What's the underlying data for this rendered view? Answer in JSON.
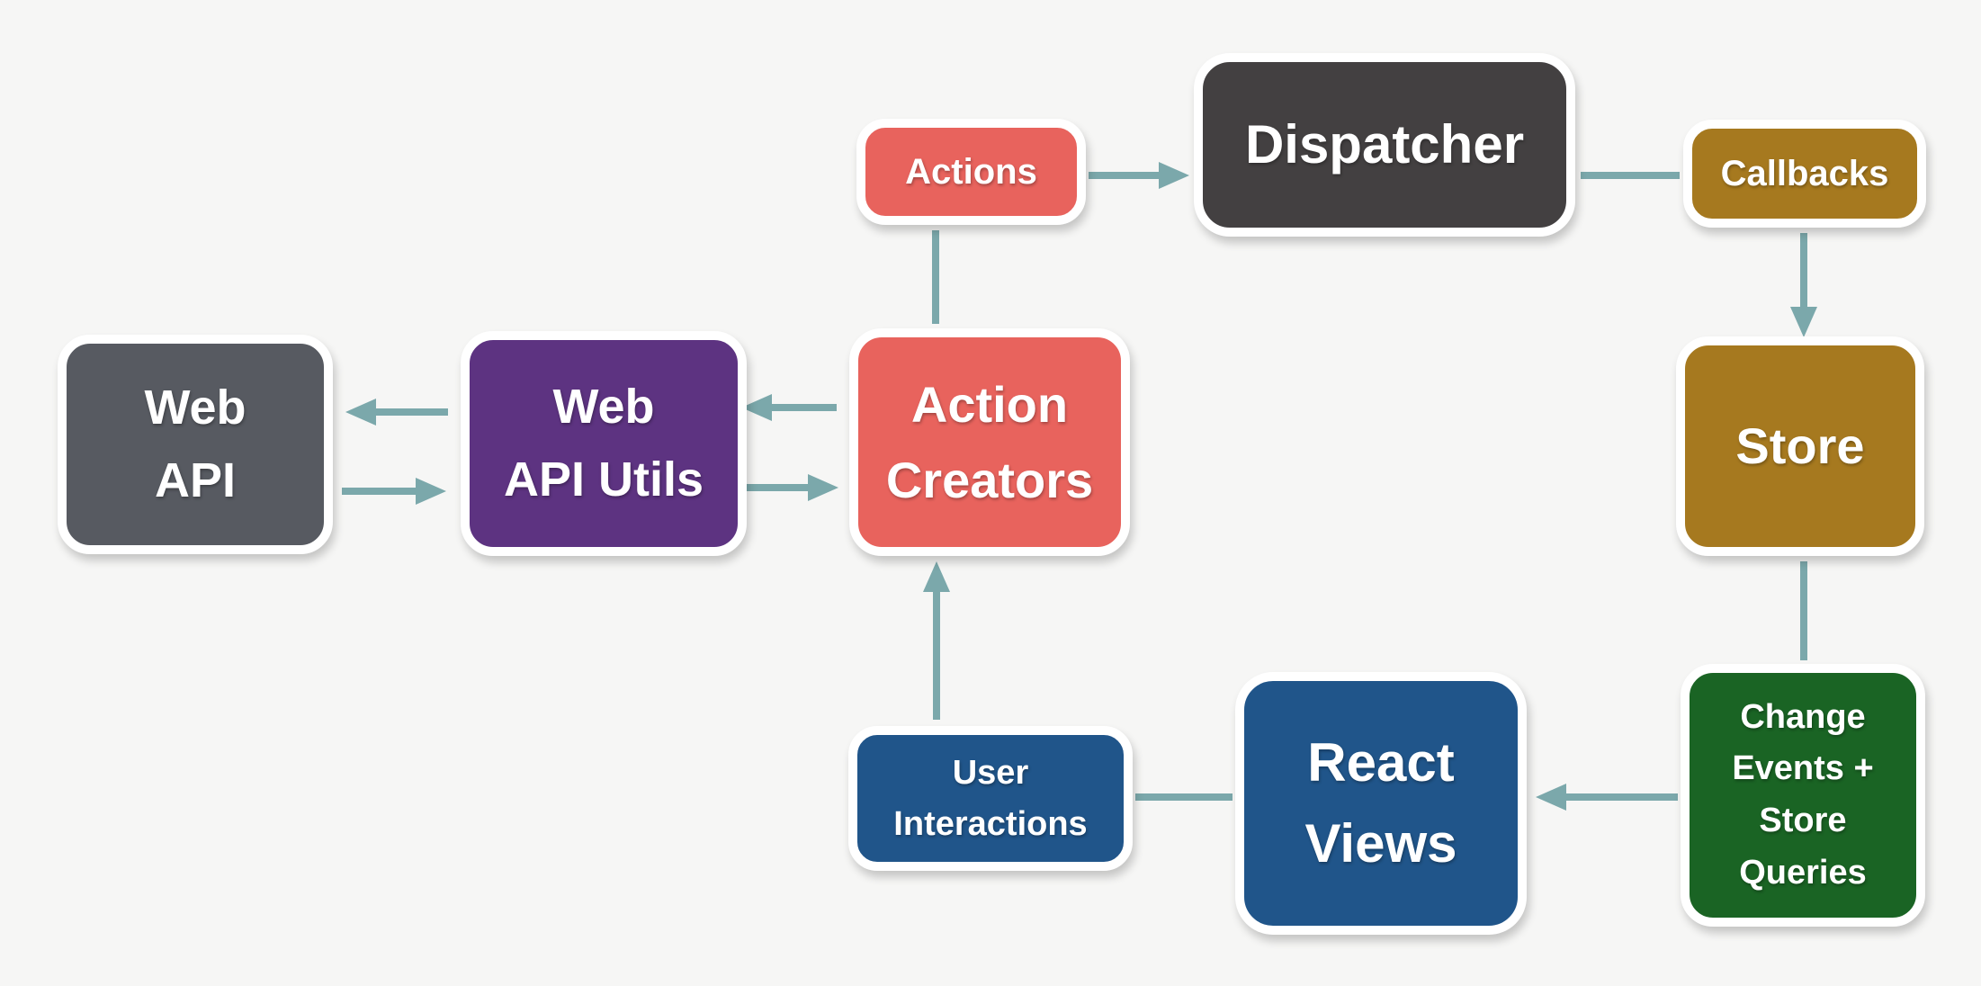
{
  "colors": {
    "background": "#F6F6F5",
    "arrow": "#7BA8AB",
    "node_border": "#FFFFFF",
    "node_text": "#FFFFFF",
    "salmon": "#E8635D",
    "dark": "#434041",
    "gold": "#A6791F",
    "green": "#1A6424",
    "blue": "#20558A",
    "purple": "#5D3381",
    "gray": "#575A61"
  },
  "nodes": {
    "web_api": {
      "lines": [
        "Web",
        "API"
      ],
      "color": "gray"
    },
    "web_api_utils": {
      "lines": [
        "Web",
        "API Utils"
      ],
      "color": "purple"
    },
    "action_creators": {
      "lines": [
        "Action",
        "Creators"
      ],
      "color": "salmon"
    },
    "actions": {
      "lines": [
        "Actions"
      ],
      "color": "salmon"
    },
    "dispatcher": {
      "lines": [
        "Dispatcher"
      ],
      "color": "dark"
    },
    "callbacks": {
      "lines": [
        "Callbacks"
      ],
      "color": "gold"
    },
    "store": {
      "lines": [
        "Store"
      ],
      "color": "gold"
    },
    "change_events": {
      "lines": [
        "Change",
        "Events +",
        "Store",
        "Queries"
      ],
      "color": "green"
    },
    "react_views": {
      "lines": [
        "React",
        "Views"
      ],
      "color": "blue"
    },
    "user_interactions": {
      "lines": [
        "User",
        "Interactions"
      ],
      "color": "blue"
    }
  },
  "edges": [
    {
      "from": "Actions",
      "to": "Dispatcher",
      "arrowhead": true
    },
    {
      "from": "Action Creators",
      "to": "Actions",
      "arrowhead": false
    },
    {
      "from": "Dispatcher",
      "to": "Callbacks",
      "arrowhead": false
    },
    {
      "from": "Callbacks",
      "to": "Store",
      "arrowhead": true
    },
    {
      "from": "Store",
      "to": "Change Events + Store Queries",
      "arrowhead": false
    },
    {
      "from": "Change Events + Store Queries",
      "to": "React Views",
      "arrowhead": true
    },
    {
      "from": "React Views",
      "to": "User Interactions",
      "arrowhead": false
    },
    {
      "from": "User Interactions",
      "to": "Action Creators",
      "arrowhead": true
    },
    {
      "from": "Action Creators",
      "to": "Web API Utils",
      "arrowhead": true
    },
    {
      "from": "Web API Utils",
      "to": "Action Creators",
      "arrowhead": true
    },
    {
      "from": "Web API Utils",
      "to": "Web API",
      "arrowhead": true
    },
    {
      "from": "Web API",
      "to": "Web API Utils",
      "arrowhead": true
    }
  ]
}
